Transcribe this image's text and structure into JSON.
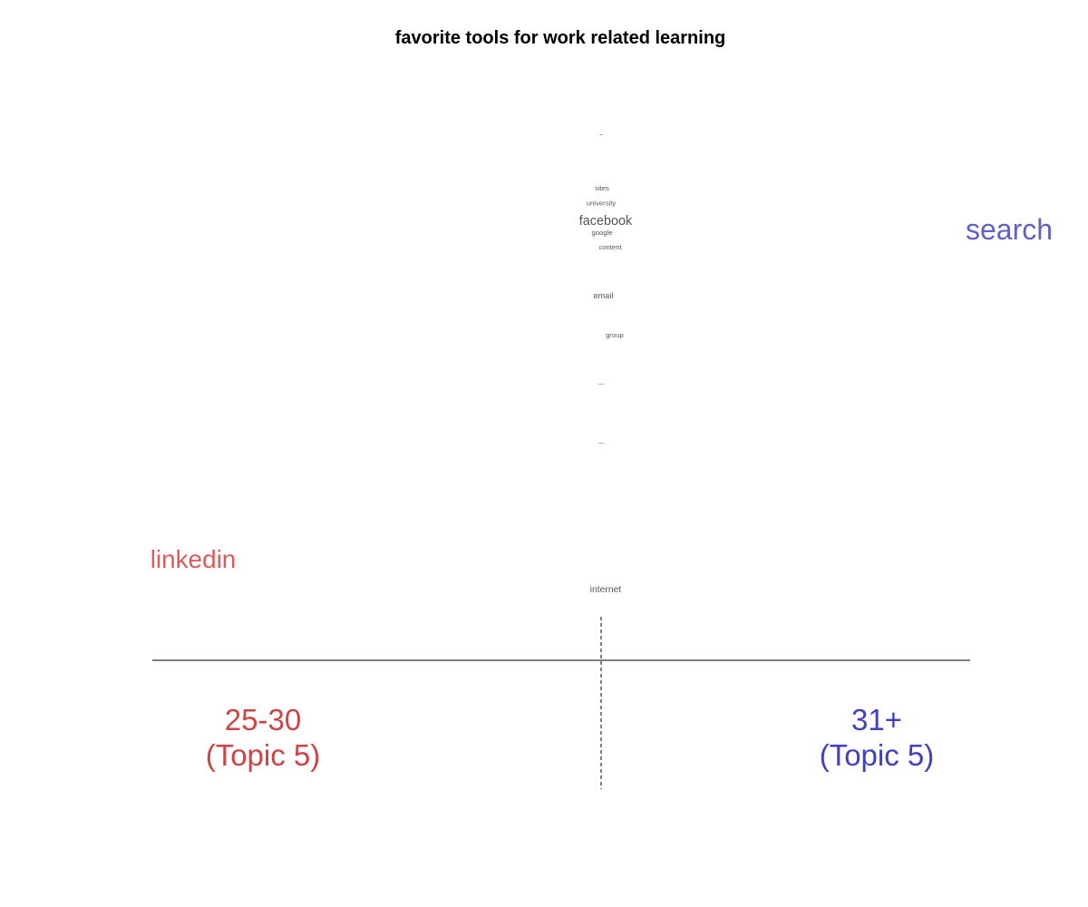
{
  "chart_data": {
    "type": "scatter",
    "title": "favorite tools for work related learning",
    "groups": [
      {
        "line1": "25-30",
        "line2": "(Topic 5)",
        "color": "#cc4444"
      },
      {
        "line1": "31+",
        "line2": "(Topic 5)",
        "color": "#4040c0"
      }
    ],
    "terms": [
      {
        "text": "search",
        "score": 0.9,
        "rank": 0.23,
        "weight": 1.0,
        "color": "#6060c8"
      },
      {
        "text": "linkedin",
        "score": -0.9,
        "rank": 0.9,
        "weight": 0.85,
        "color": "#dd5a5a"
      },
      {
        "text": "facebook",
        "score": 0.01,
        "rank": 0.2,
        "weight": 0.35,
        "color": "#555555"
      },
      {
        "text": "internet",
        "score": 0.01,
        "rank": 0.95,
        "weight": 0.2,
        "color": "#555555"
      },
      {
        "text": "email",
        "score": 0.005,
        "rank": 0.35,
        "weight": 0.15,
        "color": "#555555"
      },
      {
        "text": "~",
        "score": 0.0,
        "rank": 0.02,
        "weight": 0.1,
        "color": "#555555"
      },
      {
        "text": "sites",
        "score": 0.002,
        "rank": 0.13,
        "weight": 0.1,
        "color": "#555555"
      },
      {
        "text": "university",
        "score": 0.0,
        "rank": 0.16,
        "weight": 0.1,
        "color": "#555555"
      },
      {
        "text": "google",
        "score": 0.002,
        "rank": 0.22,
        "weight": 0.1,
        "color": "#555555"
      },
      {
        "text": "content",
        "score": 0.02,
        "rank": 0.25,
        "weight": 0.1,
        "color": "#555555"
      },
      {
        "text": "group",
        "score": 0.03,
        "rank": 0.43,
        "weight": 0.1,
        "color": "#555555"
      },
      {
        "text": "---",
        "score": 0.0,
        "rank": 0.53,
        "weight": 0.1,
        "color": "#555555"
      },
      {
        "text": "---",
        "score": 0.0,
        "rank": 0.65,
        "weight": 0.1,
        "color": "#555555"
      }
    ]
  }
}
